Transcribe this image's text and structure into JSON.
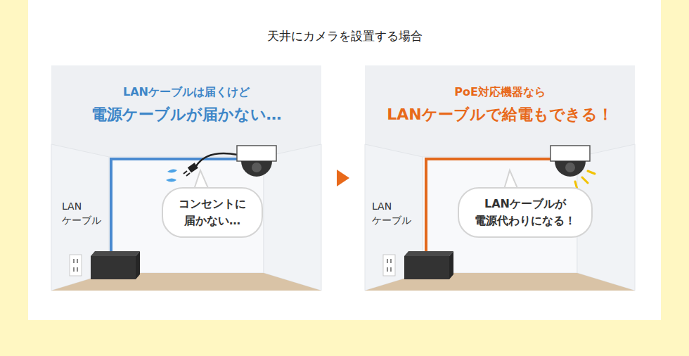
{
  "diagram": {
    "title": "天井にカメラを設置する場合",
    "nodes": [
      {
        "text": [
          "LANケーブルは届くけど",
          "電源ケーブルが届かない…"
        ]
      },
      {
        "text": [
          "コンセントに 届かない…"
        ],
        "in": 0
      },
      {
        "text": [
          "PoE対応機器なら",
          "LANケーブルで給電もできる！"
        ]
      },
      {
        "text": [
          "LANケーブルが 電源代わりになる！"
        ],
        "in": 2
      }
    ],
    "edges": [
      {
        "from": 0,
        "to": 2,
        "arrow": "to"
      }
    ],
    "labels": [
      "LAN ケーブル",
      "LAN ケーブル"
    ]
  }
}
